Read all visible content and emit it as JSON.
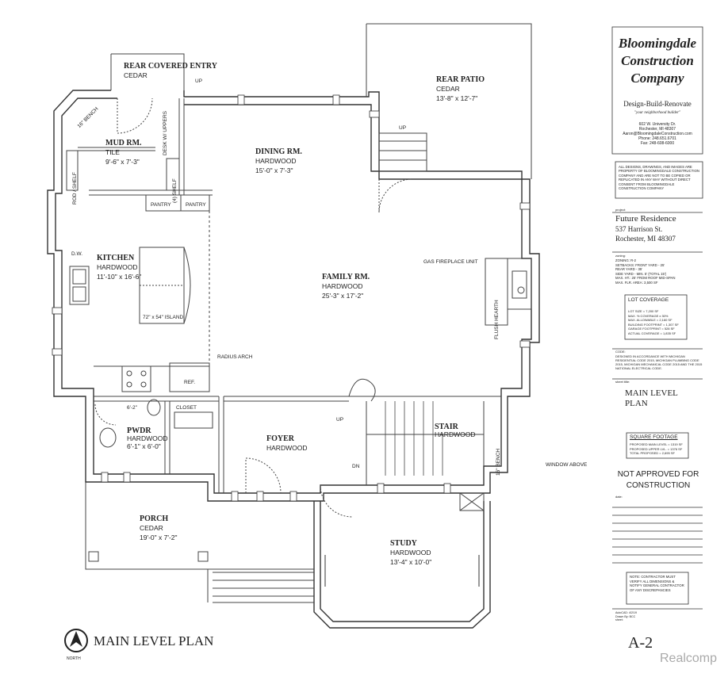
{
  "rooms": {
    "rear_covered_entry": {
      "name": "REAR COVERED ENTRY",
      "material": "CEDAR"
    },
    "rear_patio": {
      "name": "REAR PATIO",
      "material": "CEDAR",
      "dims": "13'-8\" x 12'-7\""
    },
    "mud_room": {
      "name": "MUD RM.",
      "material": "TILE",
      "dims": "9'-6\" x 7'-3\""
    },
    "dining": {
      "name": "DINING RM.",
      "material": "HARDWOOD",
      "dims": "15'-0\" x 7'-3\""
    },
    "kitchen": {
      "name": "KITCHEN",
      "material": "HARDWOOD",
      "dims": "11'-10\" x 16'-6\""
    },
    "family": {
      "name": "FAMILY RM.",
      "material": "HARDWOOD",
      "dims": "25'-3\" x 17'-2\""
    },
    "pwdr": {
      "name": "PWDR",
      "material": "HARDWOOD",
      "dims": "6'-1\" x 6'-0\""
    },
    "foyer": {
      "name": "FOYER",
      "material": "HARDWOOD"
    },
    "stair": {
      "name": "STAIR",
      "material": "HARDWOOD"
    },
    "porch": {
      "name": "PORCH",
      "material": "CEDAR",
      "dims": "19'-0\" x 7'-2\""
    },
    "study": {
      "name": "STUDY",
      "material": "HARDWOOD",
      "dims": "13'-4\" x 10'-0\""
    }
  },
  "labels": {
    "up": "UP",
    "dn": "DN",
    "bench_16": "16\" BENCH",
    "desk_uppers": "DESK W/ UPPERS",
    "rod_shelf": "ROD / SHELF",
    "shelf_4": "(4) SHELF",
    "pantry": "PANTRY",
    "dw": "D.W.",
    "island": "72\" x 54\" ISLAND",
    "radius_arch": "RADIUS ARCH",
    "ref": "REF.",
    "gas_fireplace": "GAS FIREPLACE UNIT",
    "flush_hearth": "FLUSH HEARTH",
    "closet": "CLOSET",
    "pwdr_dim": "6'-2\"",
    "bench_16_right": "16\" BENCH",
    "window_above": "WINDOW ABOVE",
    "plan_title": "MAIN LEVEL PLAN",
    "north": "NORTH"
  },
  "title_block": {
    "logo_line1": "Bloomingdale",
    "logo_line2": "Construction",
    "logo_line3": "Company",
    "tagline": "Design-Build-Renovate",
    "slogan": "\"your neighborhood builder\"",
    "address1": "602 W. University Dr.",
    "address2": "Rochester, MI 48307",
    "email": "Aaron@BloomingdaleConstruction.com",
    "phone": "Phone: 248.651.6701",
    "fax": "Fax: 248-608-6000",
    "disclaimer": "ALL DESIGNS, DRAWINGS, AND IMAGES ARE PROPERTY OF BLOOMINGDALE CONSTRUCTION COMPANY AND ARE NOT TO BE COPIED OR REPLICATED IN ANY WAY WITHOUT DIRECT CONSENT FROM BLOOMINGDALE CONSTRUCTION COMPANY",
    "project_label": "project:",
    "project_name": "Future Residence",
    "project_street": "537 Harrison St.",
    "project_city": "Rochester, MI 48307",
    "zoning_label": "zoning:",
    "zoning": [
      "ZONING: R-2",
      "SETBACKS: FRONT YARD - 25'",
      "REAR YARD - 35'",
      "SIDE YARD - MIN. 5' (TOTAL 15')",
      "MAX. HT.: 25' FROM ROOF MID-SPAN",
      "MAX. FLR. AREA: 3,500 SF"
    ],
    "lot_coverage_title": "LOT COVERAGE",
    "lot_coverage": [
      "LOT SIZE = 7,200 SF",
      "MAX. % COVERAGE x 30%",
      "MAX. ALLOWABLE = 2,160 SF",
      "BUILDING FOOTPRINT = 1,307 SF",
      "GARAGE FOOTPRINT = 528 SF",
      "ACTUAL COVERAGE = 1,835 SF"
    ],
    "code_label": "CODE:",
    "code": "DESIGNED IN ACCORDANCE WITH MICHIGAN RESIDENTIAL CODE 2015, MICHIGAN PLUMBING CODE 2015, MICHIGAN MECHANICAL CODE 2015 AND THE 2015 NATIONAL ELECTRICAL CODE.",
    "sheet_title_label": "sheet title:",
    "sheet_title1": "MAIN LEVEL",
    "sheet_title2": "PLAN",
    "sqft_title": "SQUARE FOOTAGE",
    "sqft": [
      "PROPOSED MAIN LEVEL = 1319 SF",
      "PROPOSED UPPER LVL. = 1376 SF",
      "TOTAL PROPOSED = 2,695 SF"
    ],
    "not_approved1": "NOT APPROVED FOR",
    "not_approved2": "CONSTRUCTION",
    "date_label": "date:",
    "note": "NOTE: CONTRACTOR MUST VERIFY ALL DIMENSIONS & NOTIFY GENERAL CONTRACTOR OF ANY DISCREPANCIES",
    "autocad_label": "AutoCAD: 4/2/19",
    "drawn_label": "Drawn By: BCC",
    "sheet_label": "sheet:",
    "sheet_no": "A-2"
  },
  "watermark": "Realcomp"
}
